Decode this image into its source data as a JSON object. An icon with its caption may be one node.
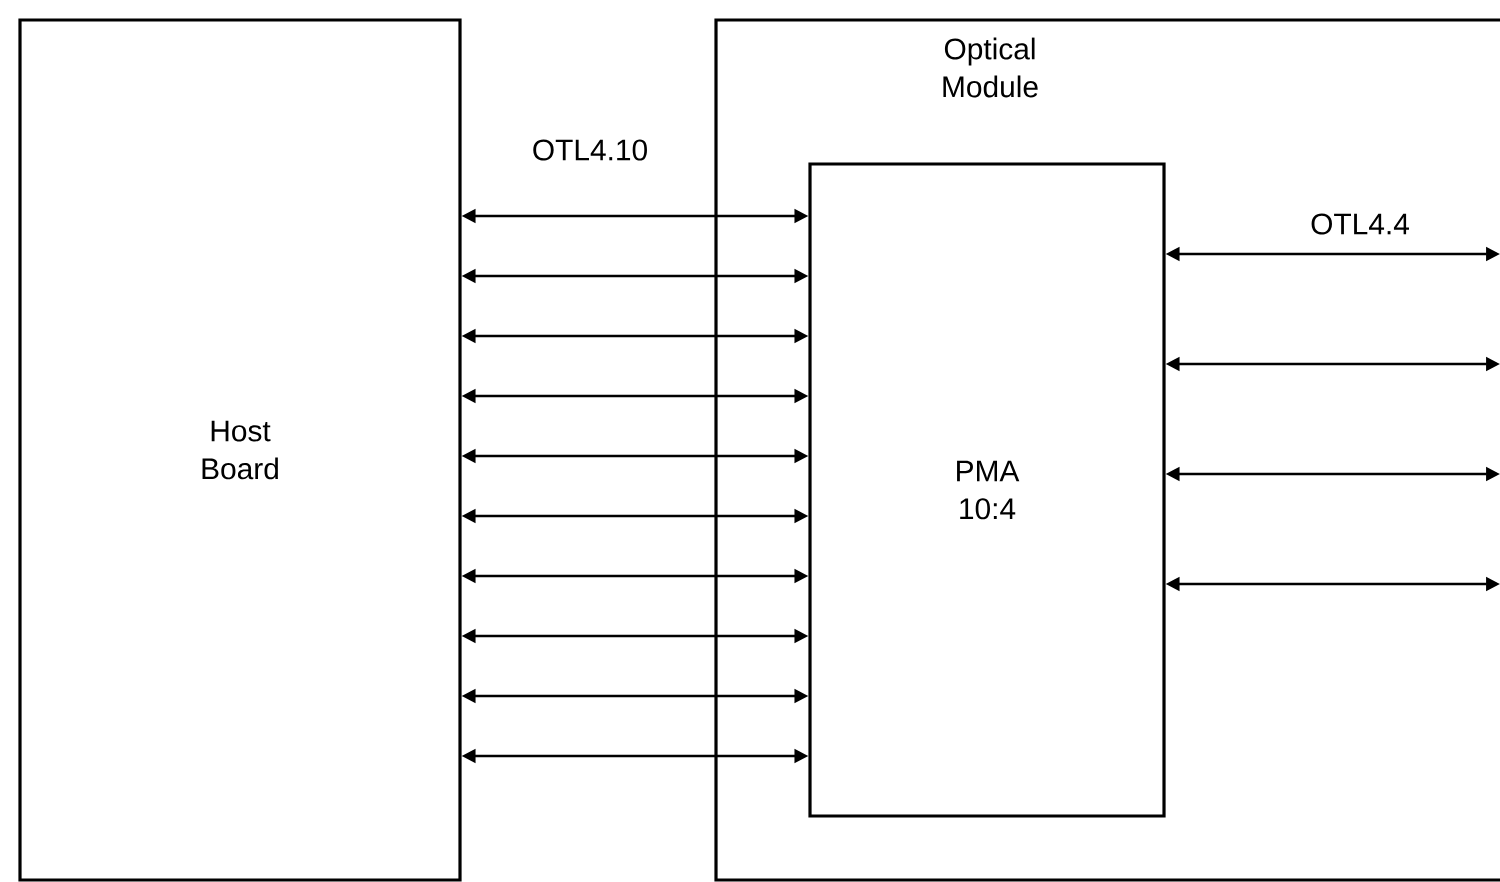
{
  "diagram": {
    "nodes": [
      {
        "text": [
          "Host Board"
        ]
      },
      {
        "text": [
          "Optical Module"
        ]
      },
      {
        "text": [
          "PMA 10:4"
        ],
        "in": 1
      }
    ],
    "edges": [
      {
        "from": 0,
        "to": 2,
        "arrow": "both"
      },
      {
        "from": 0,
        "to": 2,
        "arrow": "both"
      },
      {
        "from": 0,
        "to": 2,
        "arrow": "both"
      },
      {
        "from": 0,
        "to": 2,
        "arrow": "both"
      },
      {
        "from": 0,
        "to": 2,
        "arrow": "both"
      },
      {
        "from": 0,
        "to": 2,
        "arrow": "both"
      },
      {
        "from": 0,
        "to": 2,
        "arrow": "both"
      },
      {
        "from": 0,
        "to": 2,
        "arrow": "both"
      },
      {
        "from": 0,
        "to": 2,
        "arrow": "both"
      },
      {
        "from": 0,
        "to": 2,
        "arrow": "both"
      },
      {
        "from": 2,
        "to": null,
        "arrow": "both"
      },
      {
        "from": 2,
        "to": null,
        "arrow": "both"
      },
      {
        "from": 2,
        "to": null,
        "arrow": "both"
      },
      {
        "from": 2,
        "to": null,
        "arrow": "both"
      }
    ],
    "labels": [
      "OTL4.10",
      "OTL4.4"
    ]
  }
}
